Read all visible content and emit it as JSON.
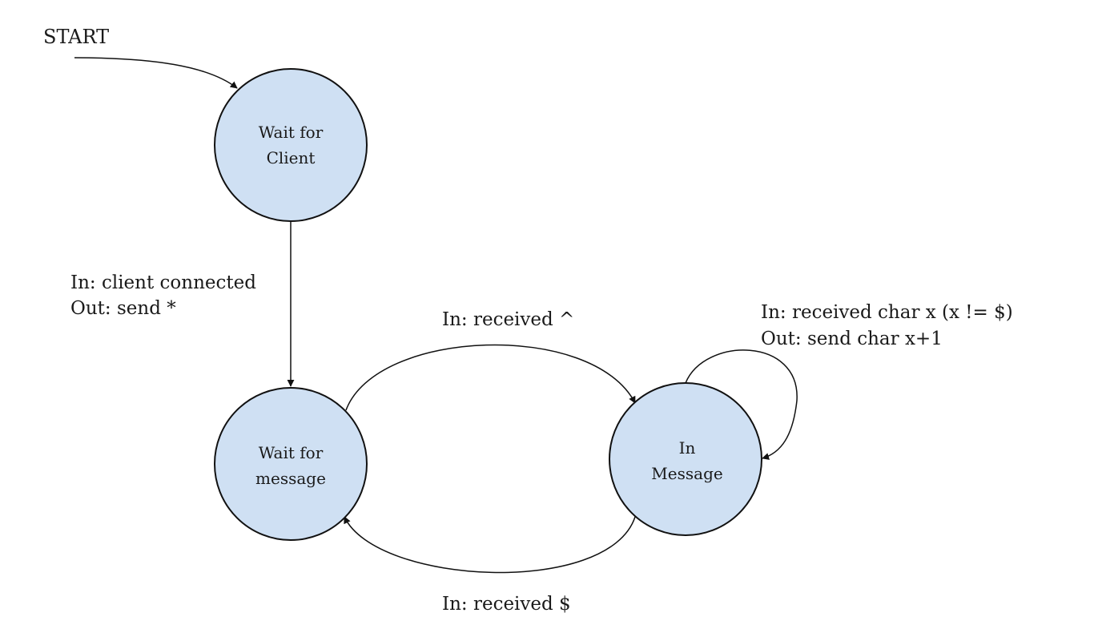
{
  "start_label": "START",
  "states": {
    "wait_client": {
      "line1": "Wait for",
      "line2": "Client"
    },
    "wait_message": {
      "line1": "Wait for",
      "line2": "message"
    },
    "in_message": {
      "line1": "In",
      "line2": "Message"
    }
  },
  "transitions": {
    "client_connected": {
      "in": "In: client connected",
      "out": "Out: send *"
    },
    "received_caret": {
      "in": "In: received ^"
    },
    "received_dollar": {
      "in": "In: received $"
    },
    "received_char": {
      "in": "In: received char x (x != $)",
      "out": "Out: send char x+1"
    }
  },
  "colors": {
    "state_fill": "#cfe0f3",
    "stroke": "#111111"
  }
}
